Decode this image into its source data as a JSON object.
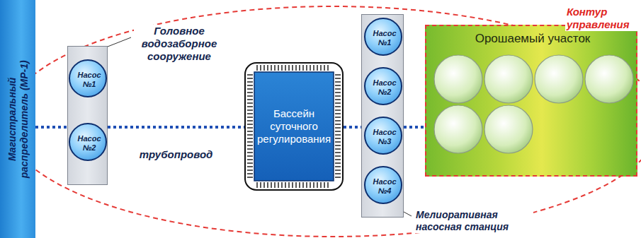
{
  "diagram": {
    "nodes": [
      {
        "text": [
          "Контур управления"
        ]
      },
      {
        "text": [
          "Магистральный распределитель (МР-1)"
        ],
        "in": 0
      },
      {
        "text": [
          "Головное водозаборное сооружение"
        ],
        "in": 0
      },
      {
        "text": [
          "Насос №1"
        ],
        "in": 2
      },
      {
        "text": [
          "Насос №2"
        ],
        "in": 2
      },
      {
        "text": [
          "Бассейн суточного регулирования"
        ],
        "in": 0
      },
      {
        "text": [
          "Мелиоративная насосная станция"
        ],
        "in": 0
      },
      {
        "text": [
          "Насос №1"
        ],
        "in": 6
      },
      {
        "text": [
          "Насос №2"
        ],
        "in": 6
      },
      {
        "text": [
          "Насос №3"
        ],
        "in": 6
      },
      {
        "text": [
          "Насос №4"
        ],
        "in": 6
      },
      {
        "text": [
          "Орошаемый участок"
        ],
        "in": 0
      }
    ],
    "edges": [
      {
        "from": 1,
        "to": 2,
        "arrow": "none"
      },
      {
        "from": 2,
        "to": 5,
        "label": "трубопровод",
        "arrow": "none"
      },
      {
        "from": 5,
        "to": 6,
        "arrow": "none"
      },
      {
        "from": 6,
        "to": 11,
        "arrow": "none"
      }
    ]
  }
}
